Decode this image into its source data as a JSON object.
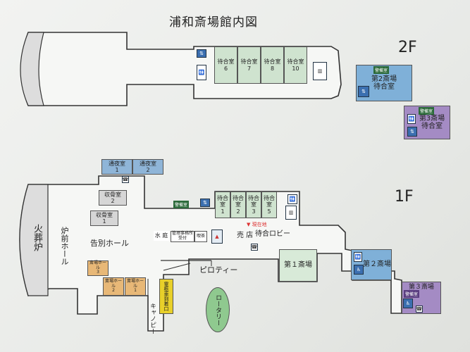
{
  "title": "浦和斎場館内図",
  "floors": {
    "second": "2F",
    "first": "1F"
  },
  "second_floor": {
    "waiting_rooms": [
      {
        "label": "待合室",
        "number": "6"
      },
      {
        "label": "待合室",
        "number": "7"
      },
      {
        "label": "待合室",
        "number": "8"
      },
      {
        "label": "待合室",
        "number": "10"
      }
    ],
    "hall2": {
      "tag": "警備室",
      "label": "第2斎場\n待合室"
    },
    "hall3": {
      "tag": "警備室",
      "label": "第3斎場\n待合室"
    }
  },
  "first_floor": {
    "overnight_rooms": [
      {
        "label": "通夜室",
        "number": "1"
      },
      {
        "label": "通夜室",
        "number": "2"
      }
    ],
    "urn_rooms": [
      {
        "label": "収骨室",
        "number": "2"
      },
      {
        "label": "収骨室",
        "number": "1"
      }
    ],
    "cremation_furnace": "火葬炉",
    "furnace_hall": "炉前ホール",
    "farewell_hall": "告別ホール",
    "waiting_rooms": [
      {
        "label": "待合室",
        "number": "1"
      },
      {
        "label": "待合室",
        "number": "2"
      },
      {
        "label": "待合室",
        "number": "3"
      },
      {
        "label": "待合室",
        "number": "5"
      }
    ],
    "waiting_room_tag": "警備室",
    "office": [
      "水 庭",
      "管理事務所\n受付",
      "喫茶"
    ],
    "shop": "売 店",
    "current_location": "▼ 現在地",
    "waiting_lobby": "待合ロビー",
    "pilotis": "ピロティー",
    "hall1": "第１斎場",
    "hall2": "第２斎場",
    "hall3": "第３斎場",
    "hall3_tag": "警備室",
    "rotary": "ロータリー",
    "canopy": "キャノピー",
    "hearse_exit": "霊柩車到着口",
    "ceremony_halls": [
      {
        "label": "斎場ホール",
        "number": "3"
      },
      {
        "label": "斎場ホール",
        "number": "2"
      },
      {
        "label": "斎場ホール",
        "number": "1"
      }
    ]
  },
  "colors": {
    "waiting_green": "#cfe3cf",
    "hall2_blue": "#7fb0d8",
    "hall3_purple": "#a48bc4",
    "overnight_blue": "#8fb5d8",
    "ceremony_orange": "#e8b877",
    "hearse_yellow": "#e8d02a",
    "rotary_green": "#8fc98f",
    "hall1_green": "#d8ead8"
  }
}
